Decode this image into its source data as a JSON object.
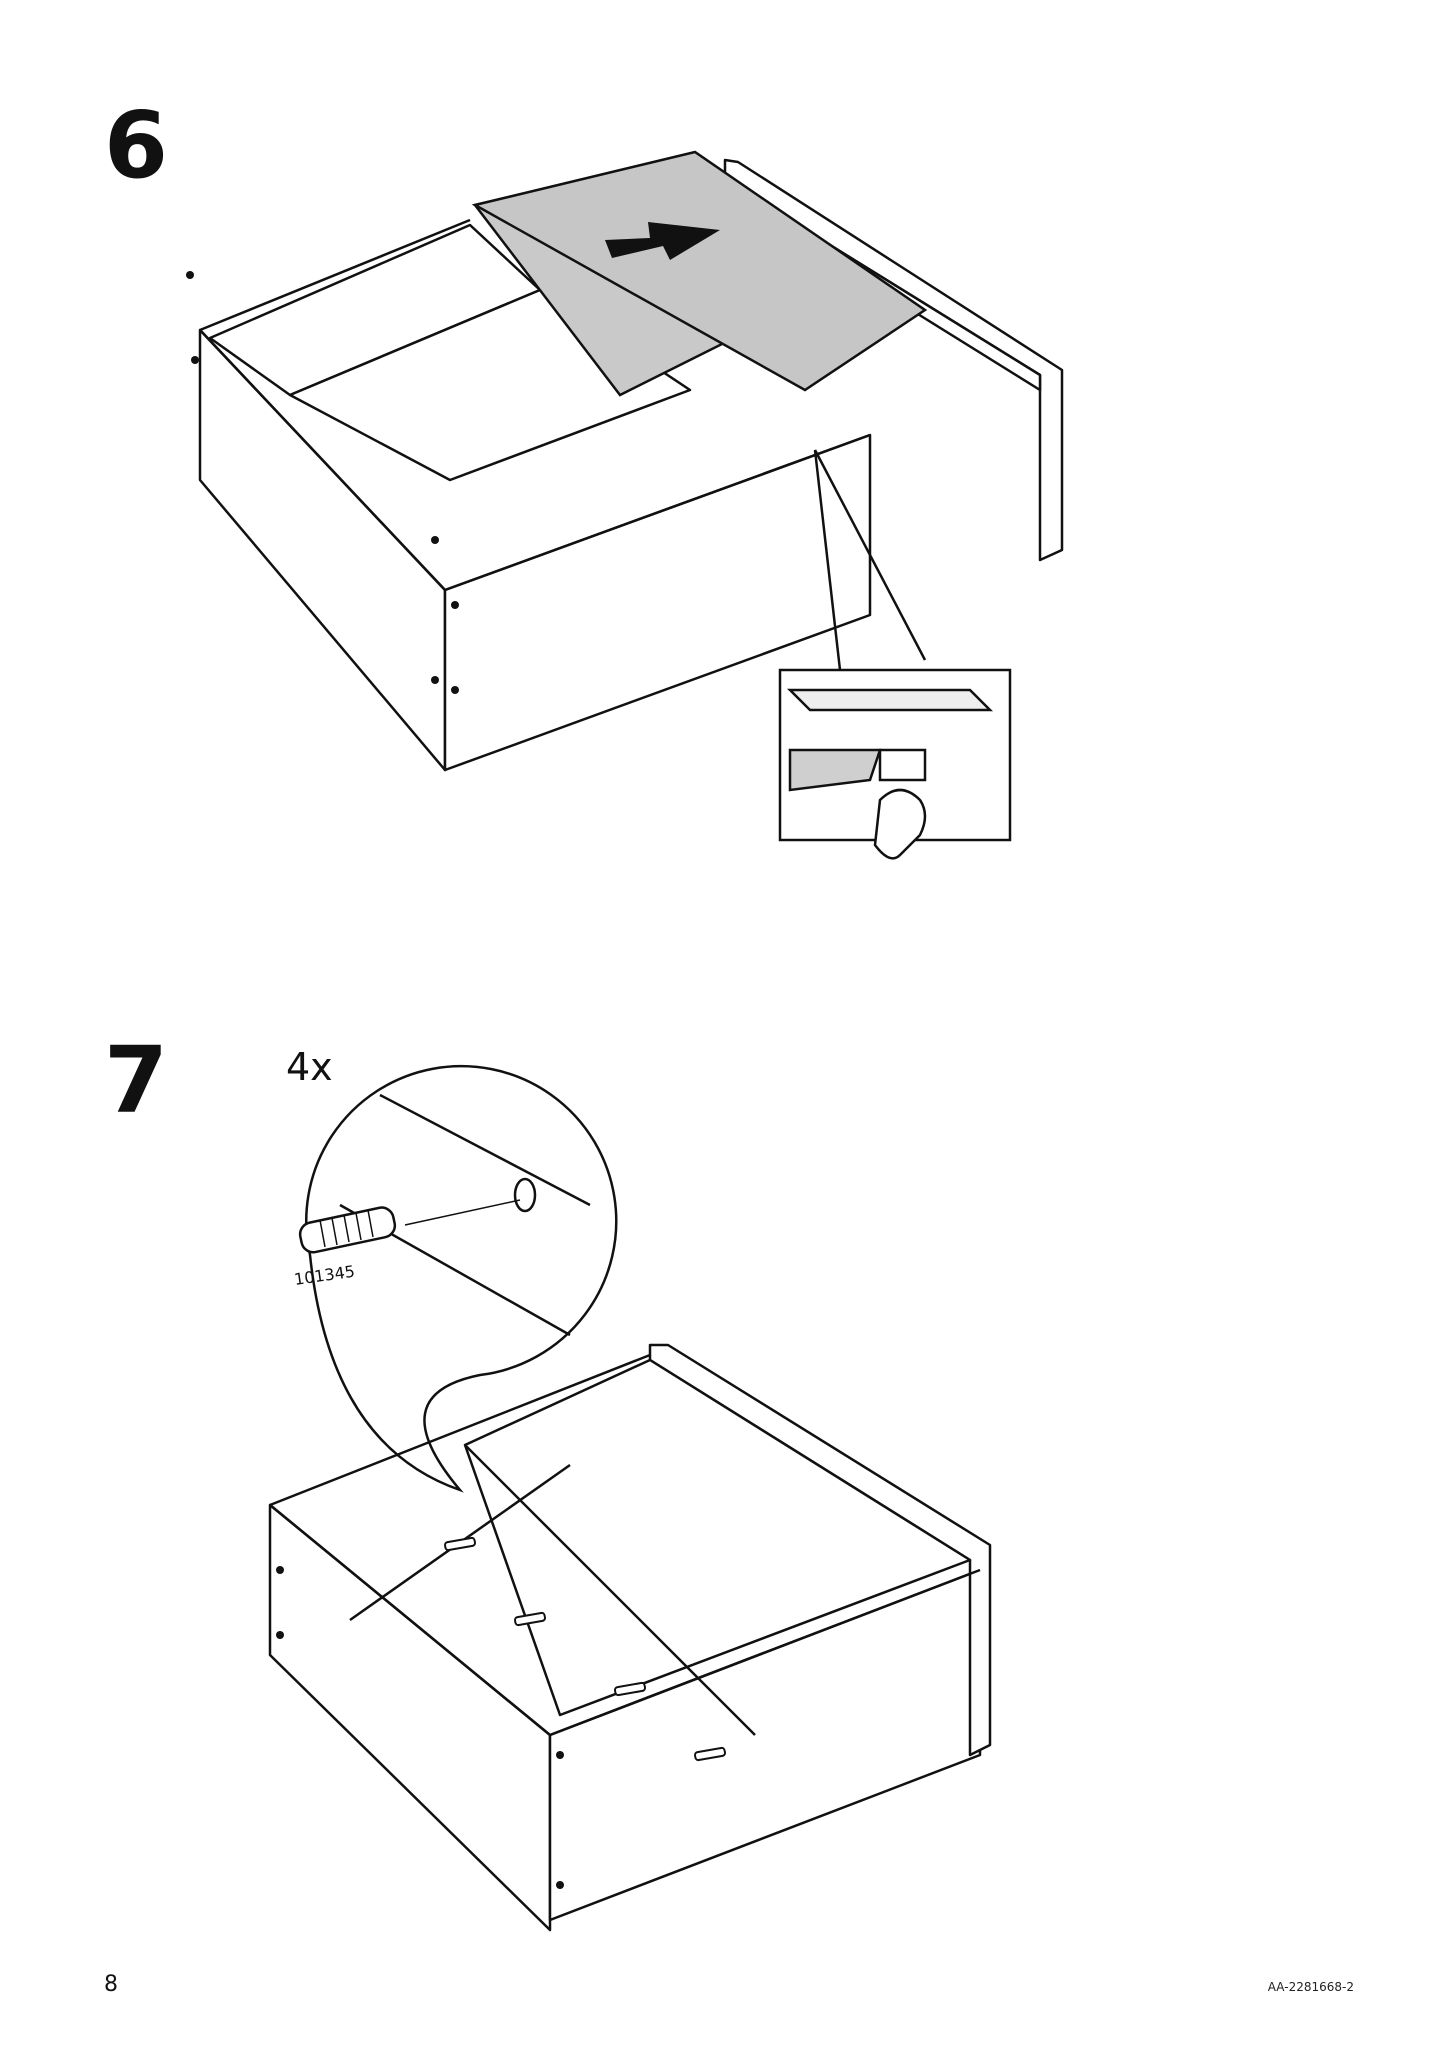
{
  "steps": [
    {
      "number": "6"
    },
    {
      "number": "7",
      "quantity": "4x",
      "part_number": "101345"
    }
  ],
  "footer": {
    "page_number": "8",
    "document_code": "AA-2281668-2"
  }
}
